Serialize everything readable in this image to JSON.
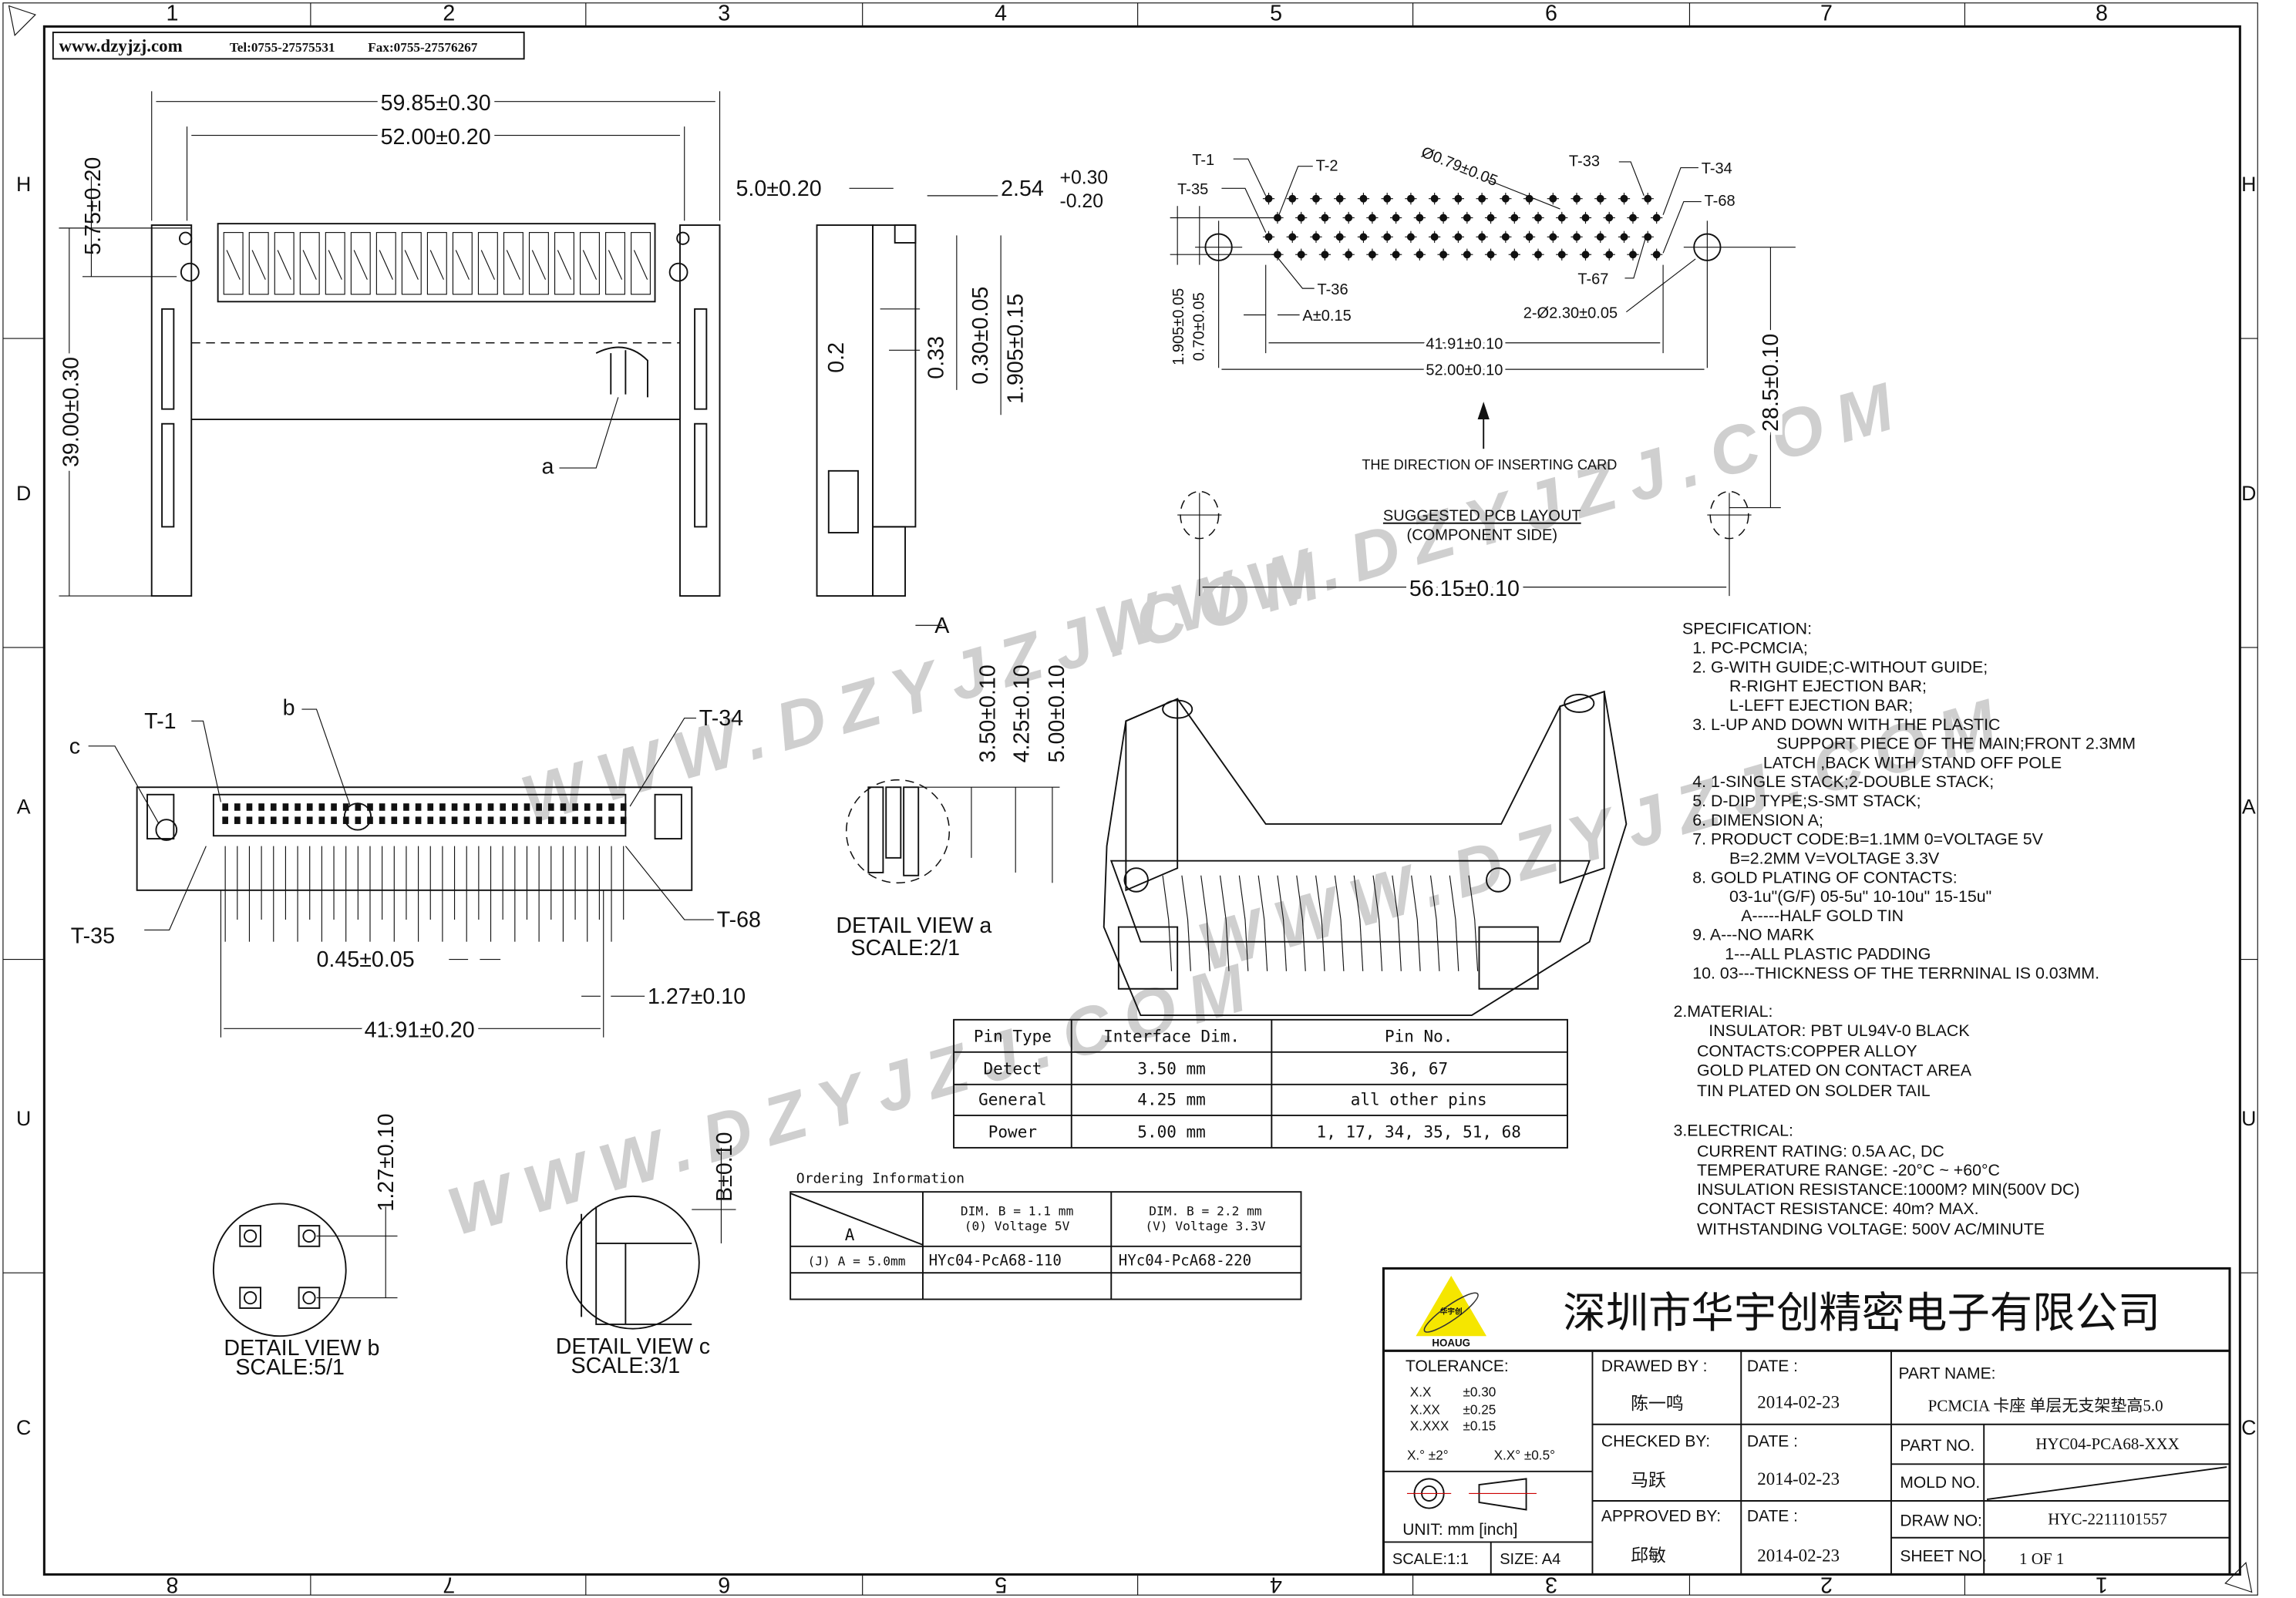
{
  "header": {
    "website": "www.dzyjzj.com",
    "tel": "Tel:0755-27575531",
    "fax": "Fax:0755-27576267"
  },
  "grid": {
    "columns": [
      "1",
      "2",
      "3",
      "4",
      "5",
      "6",
      "7",
      "8"
    ],
    "rows": [
      "H",
      "D",
      "A",
      "U",
      "C"
    ]
  },
  "watermark": "WWW.DZYJZJ.COM",
  "top_view": {
    "width_outer": "59.85±0.30",
    "width_inner": "52.00±0.20",
    "height_small": "5.75±0.20",
    "height_total": "39.00±0.30",
    "label_a": "a"
  },
  "side_view": {
    "thickness": "5.0±0.20",
    "pitch": "2.54",
    "tol_plus": "+0.30",
    "tol_minus": "-0.20",
    "d1": "0.2",
    "d2": "0.33",
    "d3": "0.30±0.05",
    "d4": "1.905±0.15",
    "label_a": "A"
  },
  "pcb_layout": {
    "t1": "T-1",
    "t2": "T-2",
    "t35": "T-35",
    "t33": "T-33",
    "t34": "T-34",
    "t68": "T-68",
    "t36": "T-36",
    "t67": "T-67",
    "hole_dia": "Ø0.79±0.05",
    "row_pitch": "1.905±0.05",
    "row_offset": "0.70±0.05",
    "offset_a": "A±0.15",
    "mount_holes": "2-Ø2.30±0.05",
    "pin_span": "41.91±0.10",
    "hole_span": "52.00±0.10",
    "depth": "28.5±0.10",
    "direction": "THE DIRECTION OF INSERTING CARD",
    "title": "SUGGESTED PCB LAYOUT",
    "subtitle": "(COMPONENT SIDE)",
    "rear_span": "56.15±0.10"
  },
  "front_view": {
    "t1": "T-1",
    "b": "b",
    "t34": "T-34",
    "c": "c",
    "t35": "T-35",
    "t68": "T-68",
    "pin_width": "0.45±0.05",
    "pitch": "1.27±0.10",
    "span": "41.91±0.20"
  },
  "detail_a": {
    "d1": "3.50±0.10",
    "d2": "4.25±0.10",
    "d3": "5.00±0.10",
    "title": "DETAIL VIEW a",
    "scale": "SCALE:2/1"
  },
  "detail_b": {
    "d1": "1.27±0.10",
    "title": "DETAIL VIEW b",
    "scale": "SCALE:5/1"
  },
  "detail_c": {
    "d1": "B±0.10",
    "title": "DETAIL VIEW c",
    "scale": "SCALE:3/1"
  },
  "pin_table": {
    "headers": [
      "Pin Type",
      "Interface Dim.",
      "Pin No."
    ],
    "rows": [
      [
        "Detect",
        "3.50 mm",
        "36, 67"
      ],
      [
        "General",
        "4.25 mm",
        "all other pins"
      ],
      [
        "Power",
        "5.00 mm",
        "1, 17, 34, 35, 51, 68"
      ]
    ]
  },
  "ordering": {
    "title": "Ordering Information",
    "corner": "A",
    "col1": [
      "DIM. B = 1.1 mm",
      "(0) Voltage 5V"
    ],
    "col2": [
      "DIM. B = 2.2 mm",
      "(V) Voltage 3.3V"
    ],
    "row_label": "(J) A = 5.0mm",
    "row_values": [
      "HYc04-PcA68-110",
      "HYc04-PcA68-220"
    ]
  },
  "spec": {
    "title": "SPECIFICATION:",
    "lines": [
      "1. PC-PCMCIA;",
      "2. G-WITH GUIDE;C-WITHOUT GUIDE;",
      "R-RIGHT EJECTION BAR;",
      "L-LEFT EJECTION BAR;",
      "3. L-UP AND DOWN WITH THE PLASTIC",
      "SUPPORT PIECE OF THE MAIN;FRONT 2.3MM",
      "LATCH ,BACK WITH STAND OFF POLE",
      "4. 1-SINGLE STACK;2-DOUBLE STACK;",
      "5. D-DIP TYPE;S-SMT STACK;",
      "6. DIMENSION A;",
      "7. PRODUCT CODE:B=1.1MM   0=VOLTAGE 5V",
      "B=2.2MM   V=VOLTAGE 3.3V",
      "8. GOLD PLATING OF CONTACTS:",
      "03-1u\"(G/F)    05-5u\" 10-10u\" 15-15u\"",
      "A-----HALF GOLD TIN",
      "9. A---NO MARK",
      "1---ALL PLASTIC PADDING",
      "10. 03---THICKNESS OF THE TERRNINAL IS 0.03MM."
    ]
  },
  "material": {
    "title": "2.MATERIAL:",
    "lines": [
      "INSULATOR:  PBT  UL94V-0  BLACK",
      "CONTACTS:COPPER ALLOY",
      "GOLD PLATED ON CONTACT AREA",
      "TIN PLATED ON SOLDER TAIL"
    ]
  },
  "electrical": {
    "title": "3.ELECTRICAL:",
    "lines": [
      "CURRENT RATING: 0.5A AC, DC",
      "TEMPERATURE RANGE: -20°C ~ +60°C",
      "INSULATION RESISTANCE:1000M? MIN(500V DC)",
      "CONTACT RESISTANCE: 40m? MAX.",
      "WITHSTANDING VOLTAGE: 500V AC/MINUTE"
    ]
  },
  "title_block": {
    "logo_text": "HOAUG",
    "logo_cn": "华宇创",
    "company": "深圳市华宇创精密电子有限公司",
    "tolerance_label": "TOLERANCE:",
    "tolerances": [
      [
        "X.X",
        "±0.30"
      ],
      [
        "X.XX",
        "±0.25"
      ],
      [
        "X.XXX",
        "±0.15"
      ]
    ],
    "angle_tol": [
      "X.° ±2°",
      "X.X° ±0.5°"
    ],
    "unit": "UNIT:  mm [inch]",
    "scale": "SCALE:1:1",
    "size": "SIZE: A4",
    "drawed_by_label": "DRAWED BY :",
    "drawed_by": "陈一鸣",
    "checked_by_label": "CHECKED BY:",
    "checked_by": "马跃",
    "approved_by_label": "APPROVED BY:",
    "approved_by": "邱敏",
    "date_label": "DATE :",
    "dates": [
      "2014-02-23",
      "2014-02-23",
      "2014-02-23"
    ],
    "part_name_label": "PART NAME:",
    "part_name": "PCMCIA 卡座 单层无支架垫高5.0",
    "part_no_label": "PART NO.",
    "part_no": "HYC04-PCA68-XXX",
    "mold_no_label": "MOLD NO.",
    "draw_no_label": "DRAW NO:",
    "draw_no": "HYC-2211101557",
    "sheet_no_label": "SHEET NO.",
    "sheet_no": "1 OF 1",
    "logo_color": "#f5e600"
  }
}
